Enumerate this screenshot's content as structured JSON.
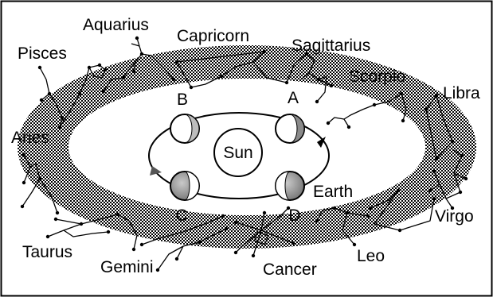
{
  "diagram": {
    "center_label": "Sun",
    "earth_label": "Earth",
    "positions": [
      {
        "id": "A",
        "label": "A"
      },
      {
        "id": "B",
        "label": "B"
      },
      {
        "id": "C",
        "label": "C"
      },
      {
        "id": "D",
        "label": "D"
      }
    ],
    "constellations": [
      {
        "id": "aquarius",
        "label": "Aquarius"
      },
      {
        "id": "capricorn",
        "label": "Capricorn"
      },
      {
        "id": "sagittarius",
        "label": "Sagittarius"
      },
      {
        "id": "pisces",
        "label": "Pisces"
      },
      {
        "id": "scorpio",
        "label": "Scorpio"
      },
      {
        "id": "libra",
        "label": "Libra"
      },
      {
        "id": "aries",
        "label": "Aries"
      },
      {
        "id": "virgo",
        "label": "Virgo"
      },
      {
        "id": "taurus",
        "label": "Taurus"
      },
      {
        "id": "leo",
        "label": "Leo"
      },
      {
        "id": "gemini",
        "label": "Gemini"
      },
      {
        "id": "cancer",
        "label": "Cancer"
      }
    ]
  }
}
